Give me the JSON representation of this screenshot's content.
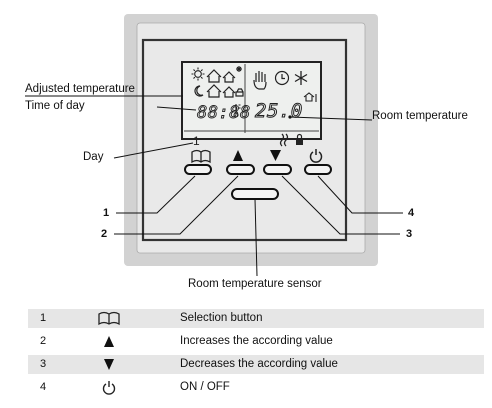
{
  "callouts": {
    "adjusted_temperature": "Adjusted temperature",
    "time_of_day": "Time of day",
    "day": "Day",
    "room_temperature": "Room temperature",
    "room_temperature_sensor": "Room temperature sensor"
  },
  "lcd": {
    "time_readout": "88:88",
    "temperature_readout": "25.0",
    "day_digit": "1"
  },
  "button_numbers": [
    "1",
    "2",
    "3",
    "4"
  ],
  "legend": [
    {
      "number": "1",
      "icon": "book-icon",
      "text": "Selection button"
    },
    {
      "number": "2",
      "icon": "up-triangle-icon",
      "text": "Increases the according value"
    },
    {
      "number": "3",
      "icon": "down-triangle-icon",
      "text": "Decreases the according value"
    },
    {
      "number": "4",
      "icon": "power-icon",
      "text": "ON / OFF"
    }
  ],
  "colors": {
    "panel_outer": "#d2d2d2",
    "panel_inner": "#e9e9e9",
    "legend_shade": "#e6e6e6",
    "line": "#111111"
  }
}
